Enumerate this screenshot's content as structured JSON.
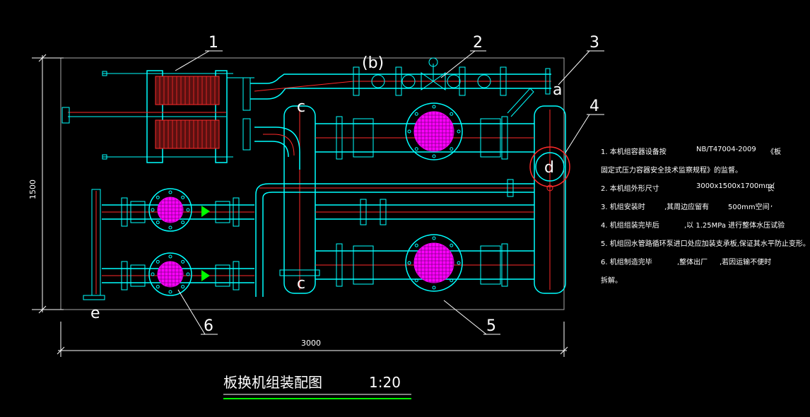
{
  "drawing": {
    "title": "板换机组装配图",
    "scale": "1:20",
    "dim_width": "3000",
    "dim_height": "1500",
    "callouts": [
      "1",
      "2",
      "3",
      "4",
      "5",
      "6"
    ],
    "port_labels": [
      "(b)",
      "a",
      "c",
      "d",
      "e"
    ]
  },
  "notes": [
    [
      "1. 本机组容器设备按",
      "NB/T47004-2009",
      "《板"
    ],
    [
      "固定式压力容器安全技术监察规程》的监督。"
    ],
    [
      "2. 本机组外形尺寸",
      "3000x1500x1700mm(",
      "长"
    ],
    [
      "3. 机组安装时",
      ",其周边应留有",
      "500mm空间",
      ","
    ],
    [
      "4. 机组组装完毕后",
      ",以 1.25MPa 进行整体水压试验"
    ],
    [
      "5. 机组回水管路循环泵进口处应加装支承板,保证其水平防止变形。"
    ],
    [
      "6. 机组制造完毕",
      ",整体出厂",
      ",若因运输不便时"
    ],
    [
      "拆解。"
    ]
  ],
  "colors": {
    "cyan": "#00ffff",
    "red": "#ff2a2a",
    "white": "#ffffff",
    "magenta": "#ff00ff",
    "green": "#00ff00",
    "yellow": "#ffff00",
    "gray": "#a8a8a8"
  }
}
